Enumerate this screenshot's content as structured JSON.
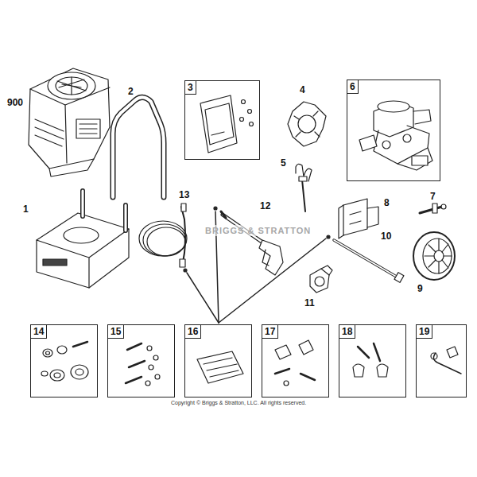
{
  "diagram": {
    "nodes": [
      {
        "text": [
          "3"
        ]
      },
      {
        "text": [
          "6"
        ]
      },
      {
        "text": [
          "14"
        ]
      },
      {
        "text": [
          "15"
        ]
      },
      {
        "text": [
          "16"
        ]
      },
      {
        "text": [
          "17"
        ]
      },
      {
        "text": [
          "18"
        ]
      },
      {
        "text": [
          "19"
        ]
      }
    ],
    "labels": [
      "900",
      "2",
      "4",
      "5",
      "7",
      "8",
      "1",
      "13",
      "12",
      "10",
      "9",
      "11",
      "BRIGGS & STRATTON",
      "Copyright © Briggs & Stratton, LLC. All rights reserved."
    ]
  }
}
